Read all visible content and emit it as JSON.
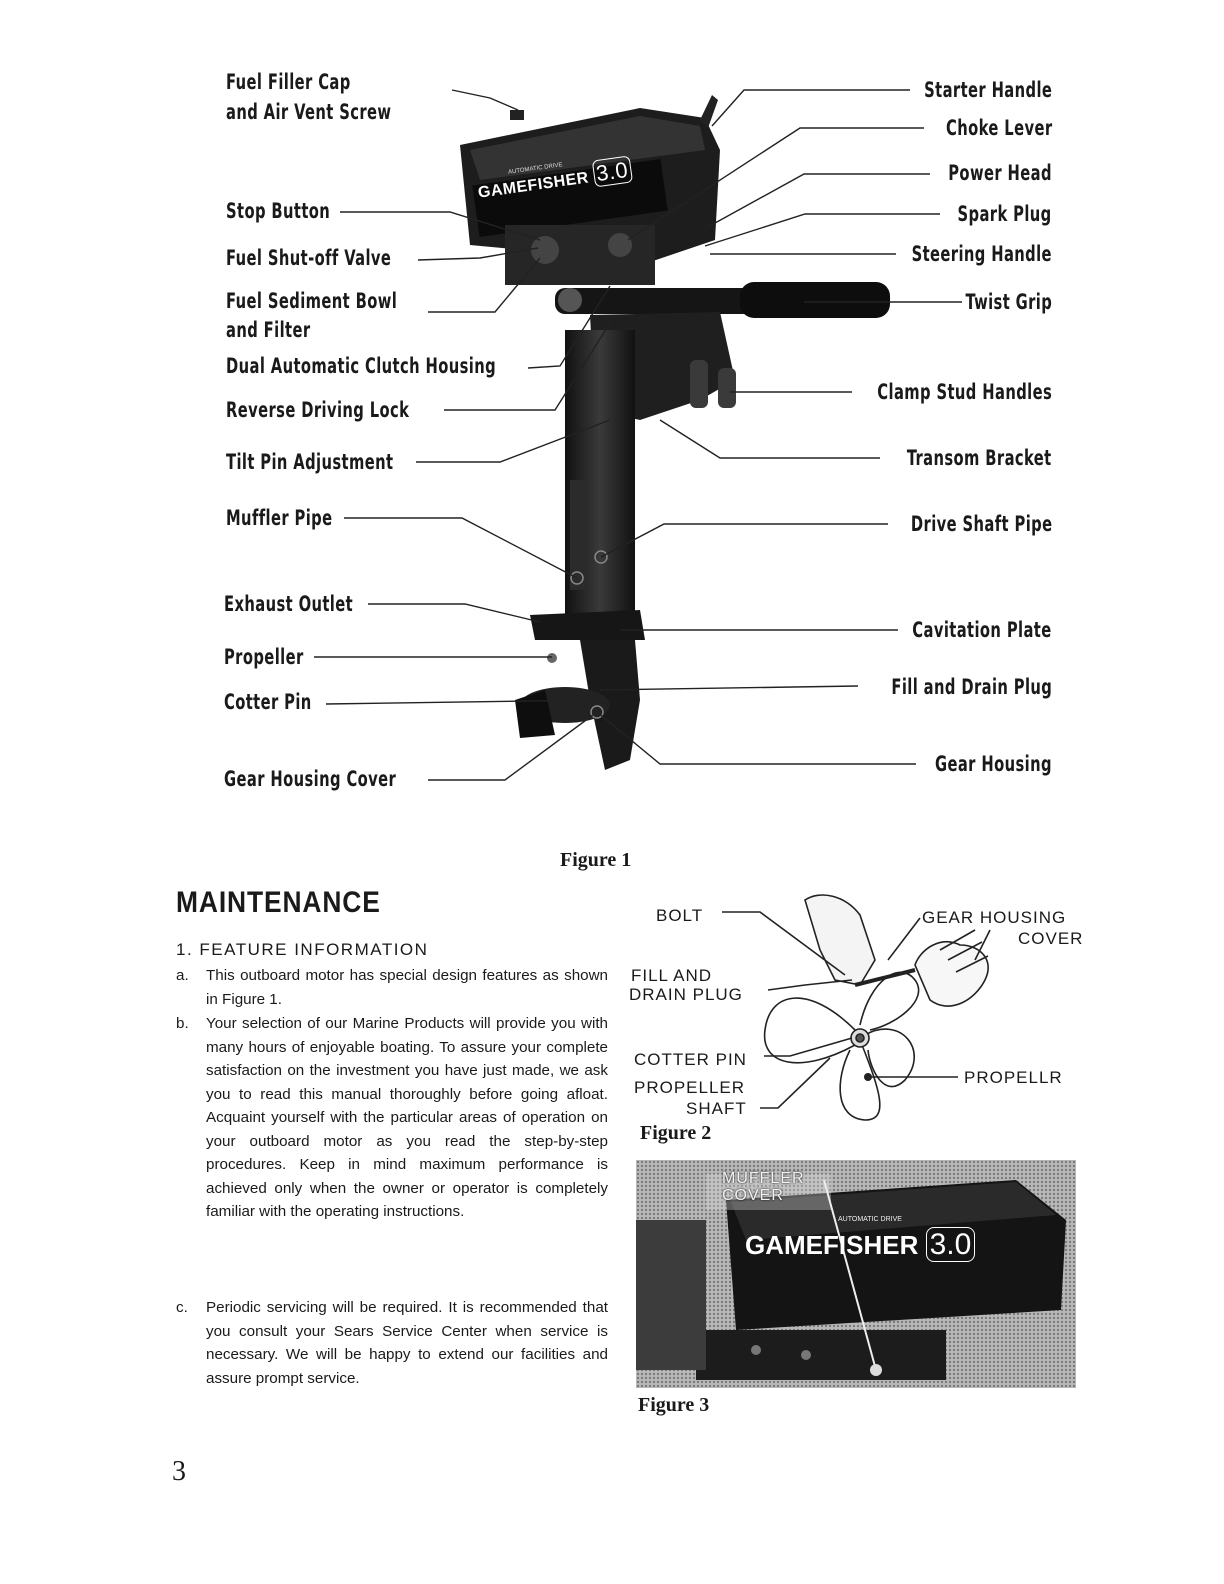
{
  "figure1": {
    "labels_left": [
      {
        "id": "fuel-filler-cap",
        "text": "Fuel Filler Cap"
      },
      {
        "id": "air-vent-screw",
        "text": "and Air Vent Screw"
      },
      {
        "id": "stop-button",
        "text": "Stop Button"
      },
      {
        "id": "fuel-shutoff-valve",
        "text": "Fuel Shut-off Valve"
      },
      {
        "id": "fuel-sediment-bowl",
        "text": "Fuel Sediment Bowl"
      },
      {
        "id": "and-filter",
        "text": "and Filter"
      },
      {
        "id": "dual-automatic-clutch-housing",
        "text": "Dual Automatic Clutch Housing"
      },
      {
        "id": "reverse-driving-lock",
        "text": "Reverse Driving Lock"
      },
      {
        "id": "tilt-pin-adjustment",
        "text": "Tilt Pin Adjustment"
      },
      {
        "id": "muffler-pipe",
        "text": "Muffler Pipe"
      },
      {
        "id": "exhaust-outlet",
        "text": "Exhaust Outlet"
      },
      {
        "id": "propeller",
        "text": "Propeller"
      },
      {
        "id": "cotter-pin",
        "text": "Cotter Pin"
      },
      {
        "id": "gear-housing-cover",
        "text": "Gear Housing Cover"
      }
    ],
    "labels_right": [
      {
        "id": "starter-handle",
        "text": "Starter Handle"
      },
      {
        "id": "choke-lever",
        "text": "Choke Lever"
      },
      {
        "id": "power-head",
        "text": "Power Head"
      },
      {
        "id": "spark-plug",
        "text": "Spark Plug"
      },
      {
        "id": "steering-handle",
        "text": "Steering Handle"
      },
      {
        "id": "twist-grip",
        "text": "Twist Grip"
      },
      {
        "id": "clamp-stud-handles",
        "text": "Clamp Stud Handles"
      },
      {
        "id": "transom-bracket",
        "text": "Transom Bracket"
      },
      {
        "id": "drive-shaft-pipe",
        "text": "Drive Shaft Pipe"
      },
      {
        "id": "cavitation-plate",
        "text": "Cavitation Plate"
      },
      {
        "id": "fill-and-drain-plug",
        "text": "Fill and Drain Plug"
      },
      {
        "id": "gear-housing",
        "text": "Gear Housing"
      }
    ],
    "engine_badge_small": "AUTOMATIC DRIVE",
    "engine_badge": "GAMEFISHER",
    "engine_badge_hp": "3.0",
    "caption": "Figure 1"
  },
  "maintenance": {
    "heading": "MAINTENANCE",
    "section": "1.  FEATURE  INFORMATION",
    "items": [
      {
        "marker": "a.",
        "text": "This outboard motor has special design features as shown in Figure 1."
      },
      {
        "marker": "b.",
        "text": "Your selection of our Marine Products will provide you with many hours of enjoyable boating. To assure your complete satisfaction on the investment you have just made, we ask you to read this manual thoroughly before going afloat. Acquaint yourself with the particular areas of operation on your outboard motor as you read the step-by-step procedures. Keep in mind maximum performance is achieved only when the owner or operator is completely familiar with the operating instructions."
      },
      {
        "marker": "c.",
        "text": "Periodic servicing will be required. It is recommended that you consult your Sears Service Center when service is necessary. We will be happy to extend our facilities and assure prompt service."
      }
    ]
  },
  "figure2": {
    "bolt": "BOLT",
    "gear_housing": "GEAR HOUSING",
    "cover": "COVER",
    "fill_and": "FILL AND",
    "drain_plug": "DRAIN PLUG",
    "cotter_pin": "COTTER PIN",
    "propeller": "PROPELLER",
    "shaft": "SHAFT",
    "propellr": "PROPELLR",
    "caption": "Figure 2"
  },
  "figure3": {
    "muffler": "MUFFLER",
    "cover": "COVER",
    "badge_small": "AUTOMATIC DRIVE",
    "badge": "GAMEFISHER",
    "badge_hp": "3.0",
    "caption": "Figure 3"
  },
  "page_number": "3"
}
